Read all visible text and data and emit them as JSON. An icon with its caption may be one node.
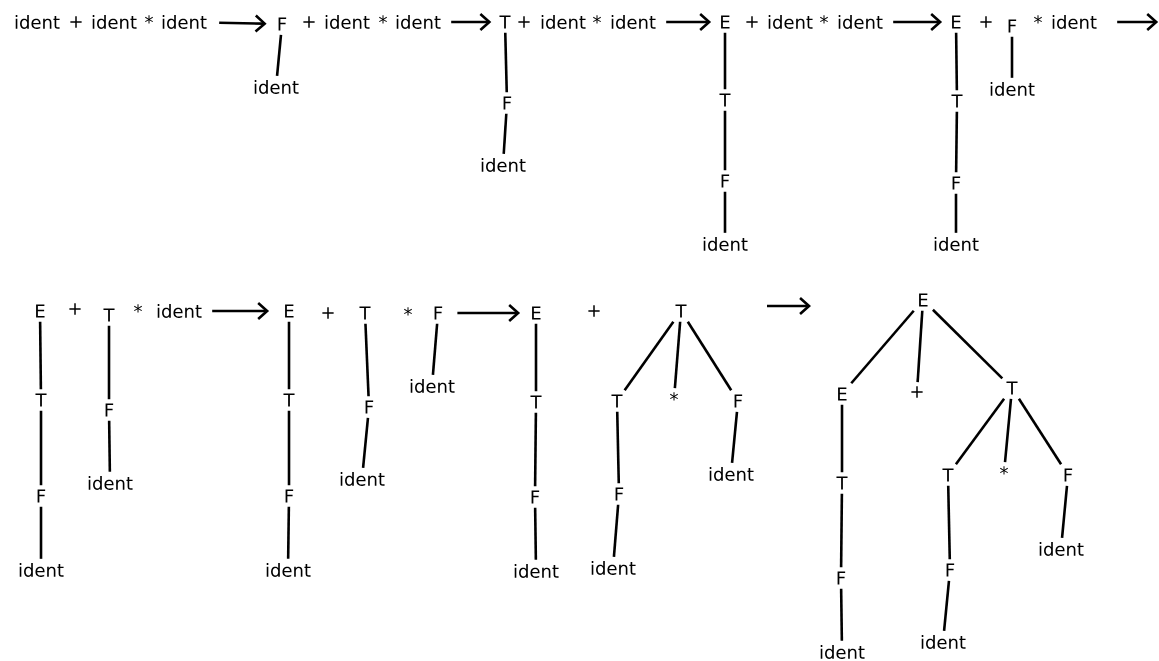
{
  "diagram": {
    "nodes": [
      {
        "text": [
          "ident"
        ]
      },
      {
        "text": [
          "+"
        ]
      },
      {
        "text": [
          "ident"
        ]
      },
      {
        "text": [
          "*"
        ]
      },
      {
        "text": [
          "ident"
        ]
      },
      {
        "text": [
          "F"
        ]
      },
      {
        "text": [
          "ident"
        ]
      },
      {
        "text": [
          "+"
        ]
      },
      {
        "text": [
          "ident"
        ]
      },
      {
        "text": [
          "*"
        ]
      },
      {
        "text": [
          "ident"
        ]
      },
      {
        "text": [
          "T"
        ]
      },
      {
        "text": [
          "F"
        ]
      },
      {
        "text": [
          "ident"
        ]
      },
      {
        "text": [
          "+"
        ]
      },
      {
        "text": [
          "ident"
        ]
      },
      {
        "text": [
          "*"
        ]
      },
      {
        "text": [
          "ident"
        ]
      },
      {
        "text": [
          "E"
        ]
      },
      {
        "text": [
          "T"
        ]
      },
      {
        "text": [
          "F"
        ]
      },
      {
        "text": [
          "ident"
        ]
      },
      {
        "text": [
          "+"
        ]
      },
      {
        "text": [
          "ident"
        ]
      },
      {
        "text": [
          "*"
        ]
      },
      {
        "text": [
          "ident"
        ]
      },
      {
        "text": [
          "E"
        ]
      },
      {
        "text": [
          "T"
        ]
      },
      {
        "text": [
          "F"
        ]
      },
      {
        "text": [
          "ident"
        ]
      },
      {
        "text": [
          "+"
        ]
      },
      {
        "text": [
          "F"
        ]
      },
      {
        "text": [
          "ident"
        ]
      },
      {
        "text": [
          "*"
        ]
      },
      {
        "text": [
          "ident"
        ]
      },
      {
        "text": [
          "E"
        ]
      },
      {
        "text": [
          "T"
        ]
      },
      {
        "text": [
          "F"
        ]
      },
      {
        "text": [
          "ident"
        ]
      },
      {
        "text": [
          "+"
        ]
      },
      {
        "text": [
          "T"
        ]
      },
      {
        "text": [
          "F"
        ]
      },
      {
        "text": [
          "ident"
        ]
      },
      {
        "text": [
          "*"
        ]
      },
      {
        "text": [
          "ident"
        ]
      },
      {
        "text": [
          "E"
        ]
      },
      {
        "text": [
          "T"
        ]
      },
      {
        "text": [
          "F"
        ]
      },
      {
        "text": [
          "ident"
        ]
      },
      {
        "text": [
          "+"
        ]
      },
      {
        "text": [
          "T"
        ]
      },
      {
        "text": [
          "F"
        ]
      },
      {
        "text": [
          "ident"
        ]
      },
      {
        "text": [
          "*"
        ]
      },
      {
        "text": [
          "F"
        ]
      },
      {
        "text": [
          "ident"
        ]
      },
      {
        "text": [
          "E"
        ]
      },
      {
        "text": [
          "T"
        ]
      },
      {
        "text": [
          "F"
        ]
      },
      {
        "text": [
          "ident"
        ]
      },
      {
        "text": [
          "+"
        ]
      },
      {
        "text": [
          "T"
        ]
      },
      {
        "text": [
          "T"
        ]
      },
      {
        "text": [
          "F"
        ]
      },
      {
        "text": [
          "ident"
        ]
      },
      {
        "text": [
          "*"
        ]
      },
      {
        "text": [
          "F"
        ]
      },
      {
        "text": [
          "ident"
        ]
      },
      {
        "text": [
          "E"
        ]
      },
      {
        "text": [
          "E"
        ]
      },
      {
        "text": [
          "T"
        ]
      },
      {
        "text": [
          "F"
        ]
      },
      {
        "text": [
          "ident"
        ]
      },
      {
        "text": [
          "+"
        ]
      },
      {
        "text": [
          "T"
        ]
      },
      {
        "text": [
          "T"
        ]
      },
      {
        "text": [
          "F"
        ]
      },
      {
        "text": [
          "ident"
        ]
      },
      {
        "text": [
          "*"
        ]
      },
      {
        "text": [
          "F"
        ]
      },
      {
        "text": [
          "ident"
        ]
      }
    ],
    "edges": [
      {
        "from": 5,
        "to": 6,
        "arrow": "none"
      },
      {
        "from": 11,
        "to": 12,
        "arrow": "none"
      },
      {
        "from": 12,
        "to": 13,
        "arrow": "none"
      },
      {
        "from": 18,
        "to": 19,
        "arrow": "none"
      },
      {
        "from": 19,
        "to": 20,
        "arrow": "none"
      },
      {
        "from": 20,
        "to": 21,
        "arrow": "none"
      },
      {
        "from": 26,
        "to": 27,
        "arrow": "none"
      },
      {
        "from": 27,
        "to": 28,
        "arrow": "none"
      },
      {
        "from": 28,
        "to": 29,
        "arrow": "none"
      },
      {
        "from": 31,
        "to": 32,
        "arrow": "none"
      },
      {
        "from": 35,
        "to": 36,
        "arrow": "none"
      },
      {
        "from": 36,
        "to": 37,
        "arrow": "none"
      },
      {
        "from": 37,
        "to": 38,
        "arrow": "none"
      },
      {
        "from": 40,
        "to": 41,
        "arrow": "none"
      },
      {
        "from": 41,
        "to": 42,
        "arrow": "none"
      },
      {
        "from": 45,
        "to": 46,
        "arrow": "none"
      },
      {
        "from": 46,
        "to": 47,
        "arrow": "none"
      },
      {
        "from": 47,
        "to": 48,
        "arrow": "none"
      },
      {
        "from": 50,
        "to": 51,
        "arrow": "none"
      },
      {
        "from": 51,
        "to": 52,
        "arrow": "none"
      },
      {
        "from": 54,
        "to": 55,
        "arrow": "none"
      },
      {
        "from": 56,
        "to": 57,
        "arrow": "none"
      },
      {
        "from": 57,
        "to": 58,
        "arrow": "none"
      },
      {
        "from": 58,
        "to": 59,
        "arrow": "none"
      },
      {
        "from": 61,
        "to": 62,
        "arrow": "none"
      },
      {
        "from": 61,
        "to": 65,
        "arrow": "none"
      },
      {
        "from": 61,
        "to": 66,
        "arrow": "none"
      },
      {
        "from": 62,
        "to": 63,
        "arrow": "none"
      },
      {
        "from": 63,
        "to": 64,
        "arrow": "none"
      },
      {
        "from": 66,
        "to": 67,
        "arrow": "none"
      },
      {
        "from": 68,
        "to": 69,
        "arrow": "none"
      },
      {
        "from": 68,
        "to": 73,
        "arrow": "none"
      },
      {
        "from": 68,
        "to": 74,
        "arrow": "none"
      },
      {
        "from": 69,
        "to": 70,
        "arrow": "none"
      },
      {
        "from": 70,
        "to": 71,
        "arrow": "none"
      },
      {
        "from": 71,
        "to": 72,
        "arrow": "none"
      },
      {
        "from": 74,
        "to": 75,
        "arrow": "none"
      },
      {
        "from": 74,
        "to": 78,
        "arrow": "none"
      },
      {
        "from": 74,
        "to": 79,
        "arrow": "none"
      },
      {
        "from": 75,
        "to": 76,
        "arrow": "none"
      },
      {
        "from": 76,
        "to": 77,
        "arrow": "none"
      },
      {
        "from": 79,
        "to": 80,
        "arrow": "none"
      },
      {
        "from": 4,
        "to": 5,
        "arrow": "to"
      },
      {
        "from": 10,
        "to": 11,
        "arrow": "to"
      },
      {
        "from": 17,
        "to": 18,
        "arrow": "to"
      },
      {
        "from": 25,
        "to": 26,
        "arrow": "to"
      },
      {
        "from": 34,
        "to": null,
        "arrow": "to"
      },
      {
        "from": 44,
        "to": 45,
        "arrow": "to"
      },
      {
        "from": 54,
        "to": 56,
        "arrow": "to"
      }
    ]
  }
}
